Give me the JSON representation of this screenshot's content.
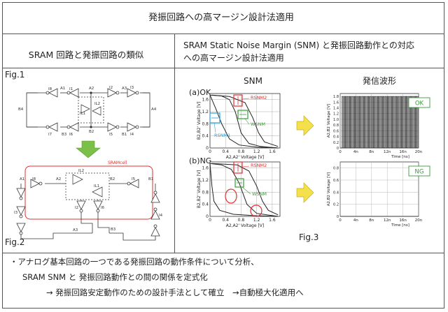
{
  "title": "発振回路への高マージン設計法適用",
  "left_heading": "SRAM 回路と発振回路の類似",
  "right_heading_line1": "SRAM Static Noise Margin (SNM) と発振回路動作との対応",
  "right_heading_line2": "への高マージン設計法適用",
  "fig1_label": "Fig.1",
  "fig2_label": "Fig.2",
  "fig3_label": "Fig.3",
  "sram_cell_label": "SRAMcell",
  "fig1_nodes": {
    "i8": "I8",
    "i1": "I1",
    "i2": "I2",
    "i3": "I3",
    "a1": "A1",
    "a2": "A2",
    "a3": "A3",
    "a4": "A4",
    "b1": "B1",
    "b2": "B2",
    "b3": "B3",
    "b4": "B4",
    "i4": "I4",
    "i5": "I5",
    "i6": "I6",
    "i7": "I7",
    "inv_il1": "IL1",
    "inv_il2": "IL2"
  },
  "fig2_nodes": {
    "a1": "A1",
    "a2": "A2",
    "a3": "A3",
    "b1": "B1",
    "b2": "B2",
    "b3": "B3",
    "i2": "I2",
    "i5": "I5",
    "i6": "I6",
    "i8": "I8",
    "i3": "I3",
    "i4": "I4",
    "inv_il2": "IL2",
    "inv_il1": "IL1"
  },
  "snm_title": "SNM",
  "wave_title": "発信波形",
  "case_ok": "(a)OK",
  "case_ng": "(b)NG",
  "snm_xlabel": "A2,A2' Voltage [V]",
  "snm_ylabel": "B2,B2' Voltage [V]",
  "snm_xticks": [
    "0",
    "0.4",
    "0.8",
    "1.2",
    "1.6"
  ],
  "snm_yticks": [
    "0",
    "0.4",
    "0.8",
    "1.2",
    "1.6"
  ],
  "rsnm1": "RSNM1",
  "rsnm2": "RSNM2",
  "wsnm": "WSNM",
  "wave_xlabel": "Time [ns]",
  "wave_ylabel": "A2,B2 Voltage [V]",
  "wave_xticks": [
    "0",
    "4n",
    "8n",
    "12n",
    "16n",
    "20n"
  ],
  "wave_yticks": [
    "0",
    "0.2",
    "0.4",
    "0.6",
    "0.8",
    "1.0",
    "1.2",
    "1.4",
    "1.6",
    "1.8"
  ],
  "ok_badge": "OK",
  "ng_badge": "NG",
  "note_line1": "・アナログ基本回路の一つである発振回路の動作条件について分析、",
  "note_line2": "SRAM SNM と 発振回路動作との間の関係を定式化",
  "note_line3": "→ 発振回路安定動作のための設計手法として確立　→自動極大化適用へ",
  "colors": {
    "red": "#e03030",
    "blue": "#2a9fd6",
    "green": "#3a9b3a",
    "arrow_green": "#7cc04a",
    "arrow_yellow": "#f3e04a"
  },
  "chart_data": [
    {
      "type": "line",
      "name": "snm_ok",
      "xlabel": "A2,A2' Voltage [V]",
      "ylabel": "B2,B2' Voltage [V]",
      "xlim": [
        0,
        1.8
      ],
      "ylim": [
        0,
        1.8
      ],
      "series": [
        {
          "values": [
            [
              0,
              1.75
            ],
            [
              0.3,
              1.72
            ],
            [
              0.5,
              1.6
            ],
            [
              0.65,
              1.2
            ],
            [
              0.8,
              0.5
            ],
            [
              1.0,
              0.15
            ],
            [
              1.3,
              0.05
            ],
            [
              1.75,
              0
            ]
          ]
        },
        {
          "values": [
            [
              0,
              1.75
            ],
            [
              0.15,
              1.3
            ],
            [
              0.3,
              0.8
            ],
            [
              0.5,
              0.3
            ],
            [
              0.75,
              0.1
            ],
            [
              1.2,
              0.03
            ],
            [
              1.75,
              0
            ]
          ]
        },
        {
          "values": [
            [
              0.05,
              1.75
            ],
            [
              0.5,
              1.7
            ],
            [
              0.9,
              1.5
            ],
            [
              1.1,
              1.0
            ],
            [
              1.25,
              0.5
            ],
            [
              1.4,
              0.2
            ],
            [
              1.75,
              0.05
            ]
          ]
        }
      ]
    },
    {
      "type": "line",
      "name": "snm_ng",
      "xlabel": "A2,A2' Voltage [V]",
      "ylabel": "B2,B2' Voltage [V]",
      "xlim": [
        0,
        1.8
      ],
      "ylim": [
        0,
        1.8
      ],
      "series": [
        {
          "values": [
            [
              0,
              1.75
            ],
            [
              0.3,
              1.7
            ],
            [
              0.55,
              1.55
            ],
            [
              0.75,
              1.1
            ],
            [
              0.95,
              0.4
            ],
            [
              1.2,
              0.1
            ],
            [
              1.75,
              0
            ]
          ]
        },
        {
          "values": [
            [
              0,
              1.75
            ],
            [
              0.05,
              1.0
            ],
            [
              0.1,
              0.5
            ],
            [
              0.25,
              0.2
            ],
            [
              0.6,
              0.07
            ],
            [
              1.2,
              0.02
            ],
            [
              1.75,
              0
            ]
          ]
        },
        {
          "values": [
            [
              0.05,
              1.75
            ],
            [
              0.7,
              1.7
            ],
            [
              1.0,
              1.5
            ],
            [
              1.2,
              1.0
            ],
            [
              1.35,
              0.5
            ],
            [
              1.5,
              0.2
            ],
            [
              1.75,
              0.05
            ]
          ]
        }
      ]
    },
    {
      "type": "line",
      "name": "wave_ok",
      "xlabel": "Time [ns]",
      "ylabel": "A2,B2 Voltage [V]",
      "xlim": [
        0,
        20
      ],
      "ylim": [
        0,
        1.9
      ],
      "series": [
        {
          "name": "",
          "period_ns": 0.42,
          "high": 1.8,
          "low": 0,
          "start_ns": 0.5
        }
      ]
    },
    {
      "type": "line",
      "name": "wave_ng",
      "xlabel": "Time [ns]",
      "ylabel": "A2,B2 Voltage [V]",
      "xlim": [
        0,
        20
      ],
      "ylim": [
        0,
        0.9
      ],
      "series": [
        {
          "values": [
            [
              0,
              0
            ],
            [
              20,
              0
            ]
          ]
        }
      ]
    }
  ]
}
